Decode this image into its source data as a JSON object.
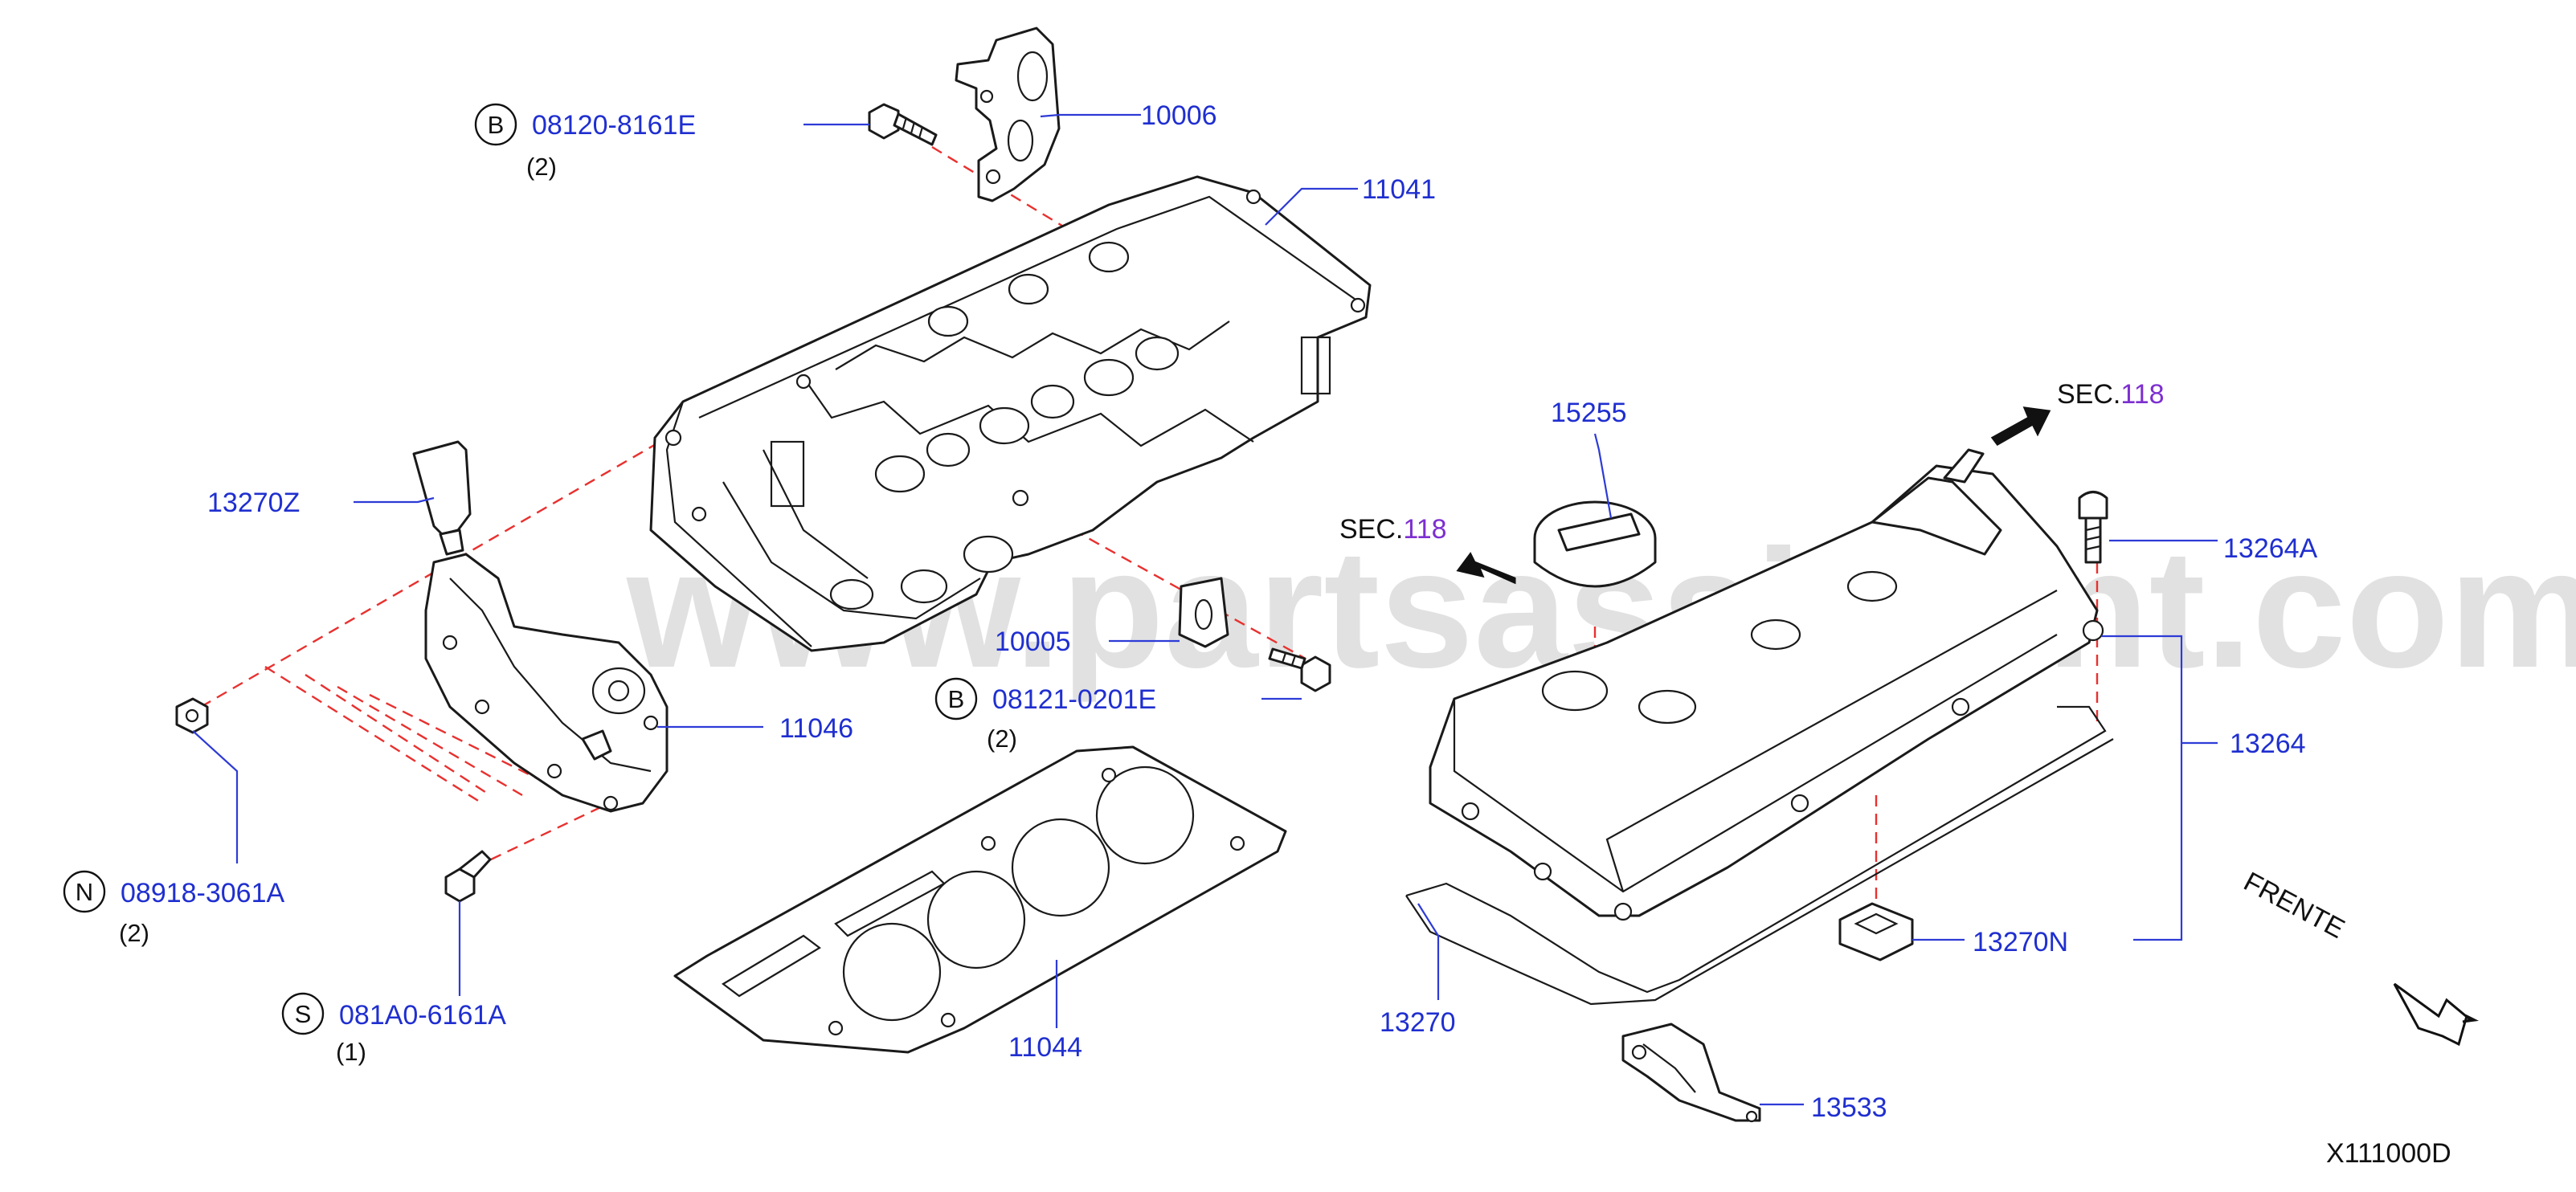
{
  "watermark": "www.partsassistant.com",
  "diagram_code": "X111000D",
  "direction_label": "FRENTE",
  "sec_upper": {
    "prefix": "SEC.",
    "number": "118"
  },
  "sec_middle": {
    "prefix": "SEC.",
    "number": "118"
  },
  "colors": {
    "part_number": "#1f2fd0",
    "section_ref": "#7d2fd0",
    "dashed_guide": "#e8312f"
  },
  "callouts": {
    "p10006": "10006",
    "p11041": "11041",
    "p13270z": "13270Z",
    "p10005": "10005",
    "p11046": "11046",
    "p11044": "11044",
    "p15255": "15255",
    "p13264a": "13264A",
    "p13264": "13264",
    "p13270n": "13270N",
    "p13270": "13270",
    "p13533": "13533"
  },
  "fasteners": [
    {
      "marker": "B",
      "part": "08120-8161E",
      "qty": "(2)"
    },
    {
      "marker": "B",
      "part": "08121-0201E",
      "qty": "(2)"
    },
    {
      "marker": "N",
      "part": "08918-3061A",
      "qty": "(2)"
    },
    {
      "marker": "S",
      "part": "081A0-6161A",
      "qty": "(1)"
    }
  ]
}
